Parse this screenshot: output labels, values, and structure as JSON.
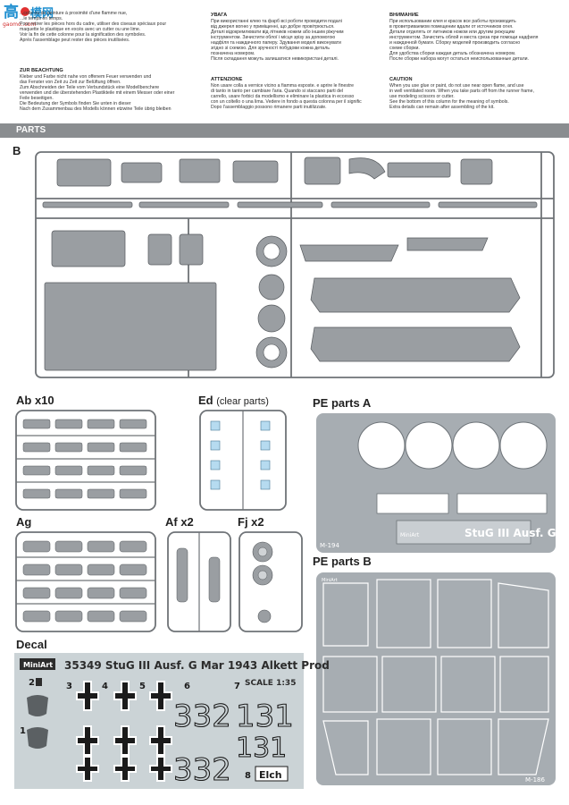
{
  "watermark": {
    "cn": "高",
    "site": "模网"
  },
  "instructions": {
    "fr_intro": "...colle ou de peinture à proximité d'une flamme nue,\n...le temps en temps.\nPour retirer les pièces hors du cadre, utiliser des ciseaux spéciaux pour\nmaquette le plastique en excès avec un cutter ou une lime.\nVoir la fin de cette colonne pour la signification des symboles.\nAprès l'assemblage peut rester des pièces inutilisées.",
    "de_title": "ZUR BEACHTUNG",
    "de_text": "Kleber und Farbe nicht nahe von offenem Feuer verwenden und\ndas Fenster von Zeit zu Zeit zur Belüftung öffnen.\nZum Abschneiden der Teile vom Verbundstück eine Modellbenchere\nverwenden und die überstehenden Plastikteile mit einem Messer oder einer\nFeile beseitigen.\nDie Bedeutung der Symbols finden Sie unten in dieser\nNach dem Zusammenbau des Modells können etzwine Teile übrig bleiben",
    "ua_title": "УВАГА",
    "ua_text": "При використанні клею та фарб всі роботи проводити подалі\nвід джерел вогню у приміщенні, що добре провітрюється.\nДеталі відокремлювати від літників ножем або іншим ріжучим\nінструментом. Зачистити облої і місця зрізу за допомогою\nнадфіля та наждачного паперу. Здування моделі виконувати\nзгідно зі схемою. Для зручності побудови кожна деталь\nпозначена номером.\nПісля складання можуть залишатися невикористані деталі.",
    "it_title": "ATTENZIONE",
    "it_text": "Non usare colla a vernice vicino a fiamma esposte. e aprire le finestre\ndi tanto in tanto per cambiare l'aria. Quando si staccano parti del\ncarrello, usare forbici da modellismo e eliminare la plastica in eccesso\ncon un coltello o una lima. Vedere in fondo a questa colonna per il signific\nDopo l'assemblaggio possono rimanere parti inutilizzate.",
    "ru_title": "ВНИМАНИЕ",
    "ru_text": "При использовании клея и красок все работы производить\nв проветриваемом помещении вдали от источников огня.\nДетали отделять от литников ножом или другим режущим\nинструментом. Зачистить облой и места среза при помощи надфиля\nи наждачной бумаги. Сборку моделей производить согласно\nсхеме сборки.\nДля удобства сборки каждая деталь обозначена номером.\nПосле сборки набора могут остаться неиспользованные детали.",
    "en_title": "CAUTION",
    "en_text": "When you use glue or paint, do not use near open flame, and use\nin well ventilated room. When you take parts off from the runner frame,\nuse modeling scissors or cutter.\nSee the bottom of this column for the meaning of symbols.\nExtra details can remain after assembling of the kit."
  },
  "parts_header": "PARTS",
  "sections": {
    "b": "B",
    "ab": "Ab x10",
    "ed": "Ed",
    "ed_sub": "(clear parts)",
    "pe_a": "PE parts A",
    "pe_b": "PE parts B",
    "ag": "Ag",
    "af": "Af x2",
    "fj": "Fj x2",
    "decal": "Decal"
  },
  "decal": {
    "brand": "MiniArt",
    "title": "35349 StuG III Ausf. G  Mar 1943 Alkett Prod",
    "scale": "SCALE 1:35",
    "number_big": "332",
    "number_131": "131",
    "elch": "Elch",
    "labels": [
      "1",
      "2",
      "3",
      "4",
      "5",
      "6",
      "7",
      "8"
    ]
  },
  "pe": {
    "code_a": "M-194",
    "code_b": "M-186",
    "plate_text": "StuG III Ausf. G",
    "brand": "MiniArt"
  },
  "colors": {
    "bar": "#8a8d90",
    "part": "#9a9ea2",
    "sprue": "#7d8185",
    "decal_bg": "#cbd3d6",
    "pe_bg": "#a7adb2"
  }
}
